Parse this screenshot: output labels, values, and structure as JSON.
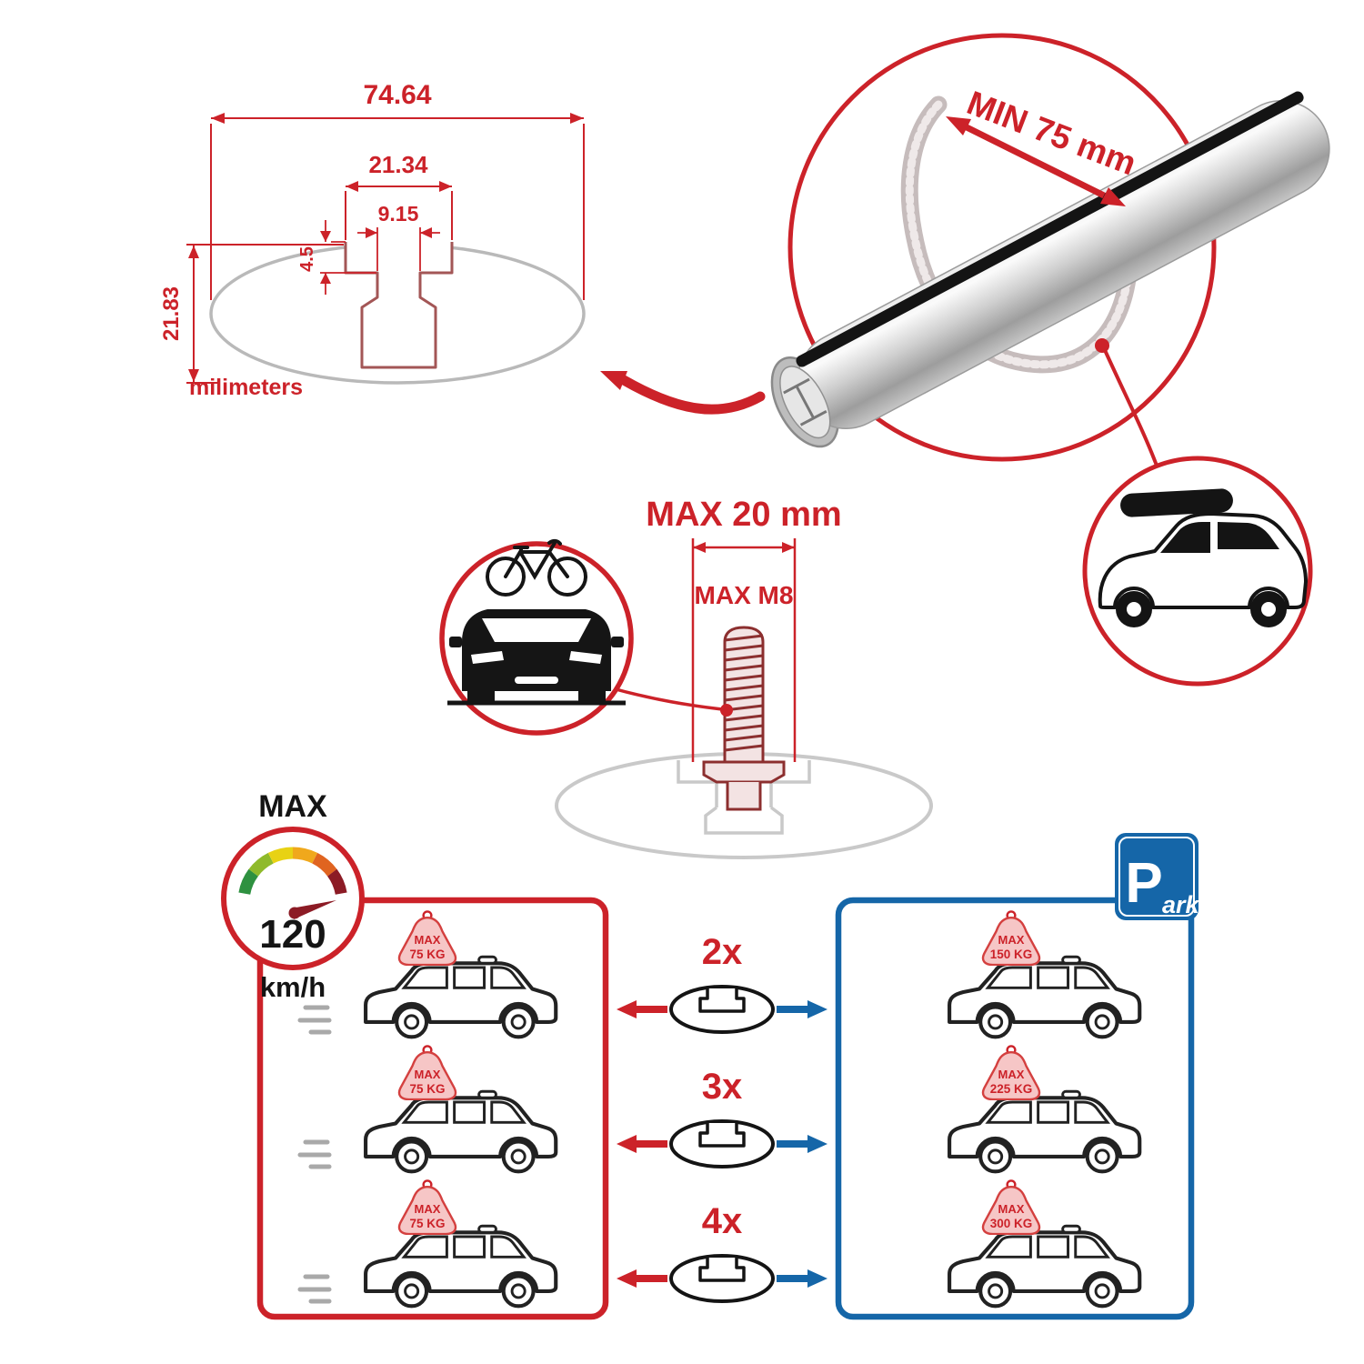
{
  "colors": {
    "accent_red": "#cc2229",
    "accent_blue": "#1566a8",
    "maroon": "#8c2f2f",
    "profile_gray": "#b9b9b9",
    "black": "#141414",
    "flag_pink": "#f6c6c6"
  },
  "profile_dimensions": {
    "total_width": "74.64",
    "slot_outer_width": "21.34",
    "slot_inner_width": "9.15",
    "slot_depth": "4.5",
    "total_height": "21.83",
    "units_label": "milimeters"
  },
  "crossbar_detail": {
    "min_span_label": "MIN 75 mm"
  },
  "mount_bolt": {
    "max_width_label": "MAX 20 mm",
    "max_thread_label": "MAX M8"
  },
  "speed_gauge": {
    "label": "MAX",
    "value": "120",
    "unit": "km/h"
  },
  "parking_sign": {
    "letter": "P",
    "suffix": "ark"
  },
  "load_chart": {
    "driving_flags": [
      {
        "label": "MAX",
        "value": "75 KG"
      },
      {
        "label": "MAX",
        "value": "75 KG"
      },
      {
        "label": "MAX",
        "value": "75 KG"
      }
    ],
    "bar_counts": [
      "2x",
      "3x",
      "4x"
    ],
    "parked_flags": [
      {
        "label": "MAX",
        "value": "150 KG"
      },
      {
        "label": "MAX",
        "value": "225 KG"
      },
      {
        "label": "MAX",
        "value": "300 KG"
      }
    ]
  },
  "icons": {
    "speedometer-icon": "gauge-dial",
    "park-sign-icon": "blue-P-square",
    "bicycle-icon": "bike-outline",
    "car-front-icon": "car-front-silhouette",
    "suv-roofbox-icon": "suv-with-roof-box",
    "crossbar-profile-icon": "oval-t-slot"
  }
}
